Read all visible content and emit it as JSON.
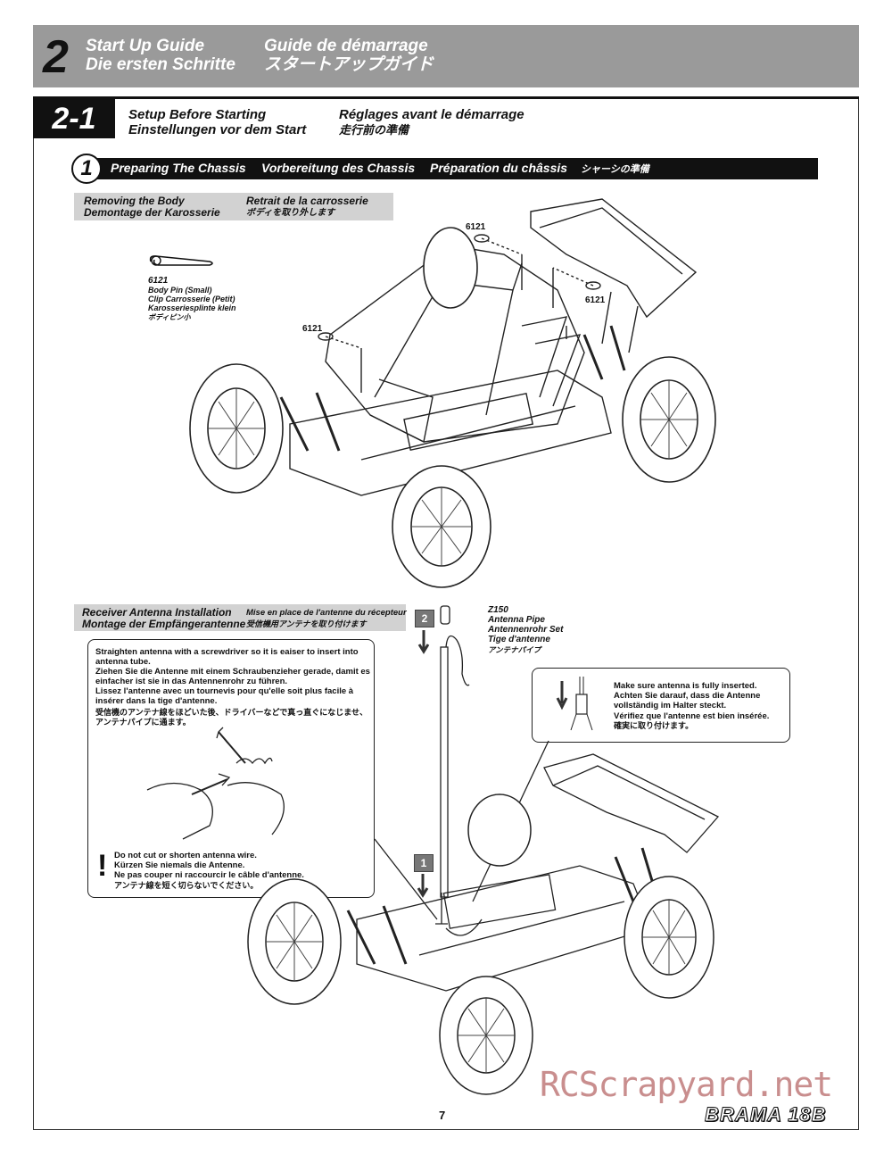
{
  "chapter": {
    "number": "2",
    "title_en": "Start Up Guide",
    "title_de": "Die ersten Schritte",
    "title_fr": "Guide de démarrage",
    "title_ja": "スタートアップガイド"
  },
  "section": {
    "number": "2-1",
    "title_en": "Setup Before Starting",
    "title_de": "Einstellungen vor dem Start",
    "title_fr": "Réglages avant le démarrage",
    "title_ja": "走行前の準備"
  },
  "step": {
    "number": "1",
    "title_en": "Preparing The Chassis",
    "title_de": "Vorbereitung des Chassis",
    "title_fr": "Préparation du châssis",
    "title_ja": "シャーシの準備"
  },
  "removing_body": {
    "title_en": "Removing the Body",
    "title_de": "Demontage der Karosserie",
    "title_fr": "Retrait de la carrosserie",
    "title_ja": "ボディを取り外します"
  },
  "body_pin": {
    "part_no": "6121",
    "name_en": "Body Pin (Small)",
    "name_fr": "Clip Carrosserie (Petit)",
    "name_de": "Karosseriesplinte klein",
    "name_ja": "ボディピン小"
  },
  "part_callouts": {
    "pin_top": "6121",
    "pin_right": "6121",
    "pin_left": "6121"
  },
  "antenna_install": {
    "title_en": "Receiver Antenna Installation",
    "title_de": "Montage der Empfängerantenne",
    "title_fr": "Mise en place de l'antenne du récepteur",
    "title_ja": "受信機用アンテナを取り付けます"
  },
  "antenna_pipe": {
    "part_no": "Z150",
    "name_en": "Antenna Pipe",
    "name_de": "Antennenrohr Set",
    "name_fr": "Tige d'antenne",
    "name_ja": "アンテナパイプ"
  },
  "step_tags": {
    "step2": "2",
    "step1": "1"
  },
  "straighten_note": {
    "en": "Straighten antenna with a screwdriver so it is eaiser to insert into antenna tube.",
    "de": "Ziehen Sie die Antenne mit einem Schraubenzieher gerade, damit es einfacher ist sie in das Antennenrohr zu führen.",
    "fr": "Lissez l'antenne avec un tournevis pour qu'elle soit plus facile à insérer dans la tige d'antenne.",
    "ja": "受信機のアンテナ線をほどいた後、ドライバーなどで真っ直ぐになじませ、アンテナパイプに通ます。"
  },
  "warning_note": {
    "icon": "exclamation-icon",
    "en": "Do not cut or shorten antenna wire.",
    "de": "Kürzen Sie niemals die Antenne.",
    "fr": "Ne pas couper ni raccourcir le câble d'antenne.",
    "ja": "アンテナ線を短く切らないでください。"
  },
  "insert_note": {
    "en": "Make sure antenna is fully inserted.",
    "de": "Achten Sie darauf, dass die Antenne vollständig im Halter steckt.",
    "fr": "Vérifiez que l'antenne est bien insérée.",
    "ja": "確実に取り付けます。"
  },
  "footer": {
    "page_number": "7",
    "brand": "BRAMA 18B",
    "watermark": "RCScrapyard.net"
  }
}
